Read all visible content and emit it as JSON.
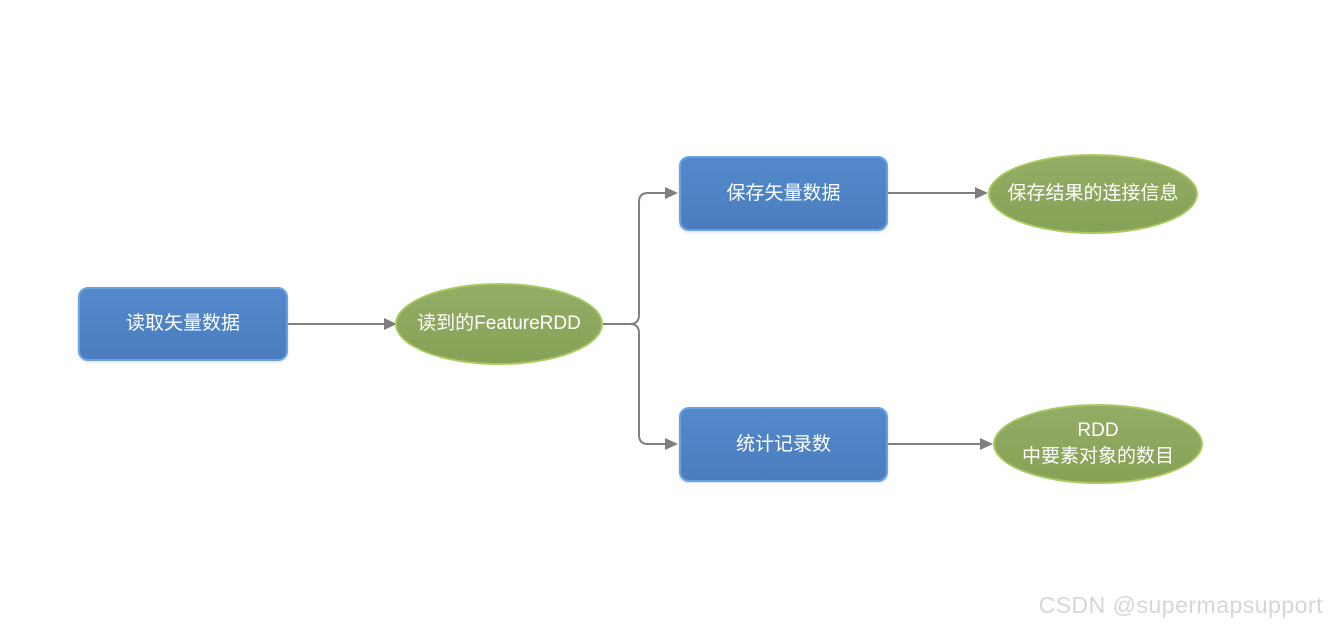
{
  "diagram": {
    "nodes": [
      {
        "id": "read-vector-data",
        "shape": "rect",
        "label": "读取矢量数据"
      },
      {
        "id": "feature-rdd",
        "shape": "ellipse",
        "label": "读到的FeatureRDD"
      },
      {
        "id": "save-vector-data",
        "shape": "rect",
        "label": "保存矢量数据"
      },
      {
        "id": "save-connection-info",
        "shape": "ellipse",
        "label": "保存结果的连接信息"
      },
      {
        "id": "count-records",
        "shape": "rect",
        "label": "统计记录数"
      },
      {
        "id": "rdd-feature-count",
        "shape": "ellipse",
        "label_line1": "RDD",
        "label_line2": "中要素对象的数目"
      }
    ],
    "edges": [
      {
        "from": "read-vector-data",
        "to": "feature-rdd"
      },
      {
        "from": "feature-rdd",
        "to": "save-vector-data"
      },
      {
        "from": "feature-rdd",
        "to": "count-records"
      },
      {
        "from": "save-vector-data",
        "to": "save-connection-info"
      },
      {
        "from": "count-records",
        "to": "rdd-feature-count"
      }
    ],
    "colors": {
      "process_fill": "#4a7dbe",
      "process_border": "#6aa2e0",
      "result_fill": "#89a45a",
      "result_border": "#a9ca5f",
      "connector": "#7f7f7f",
      "text": "#ffffff",
      "watermark": "#d6d6d6",
      "background": "#ffffff"
    }
  },
  "watermark": "CSDN @supermapsupport"
}
